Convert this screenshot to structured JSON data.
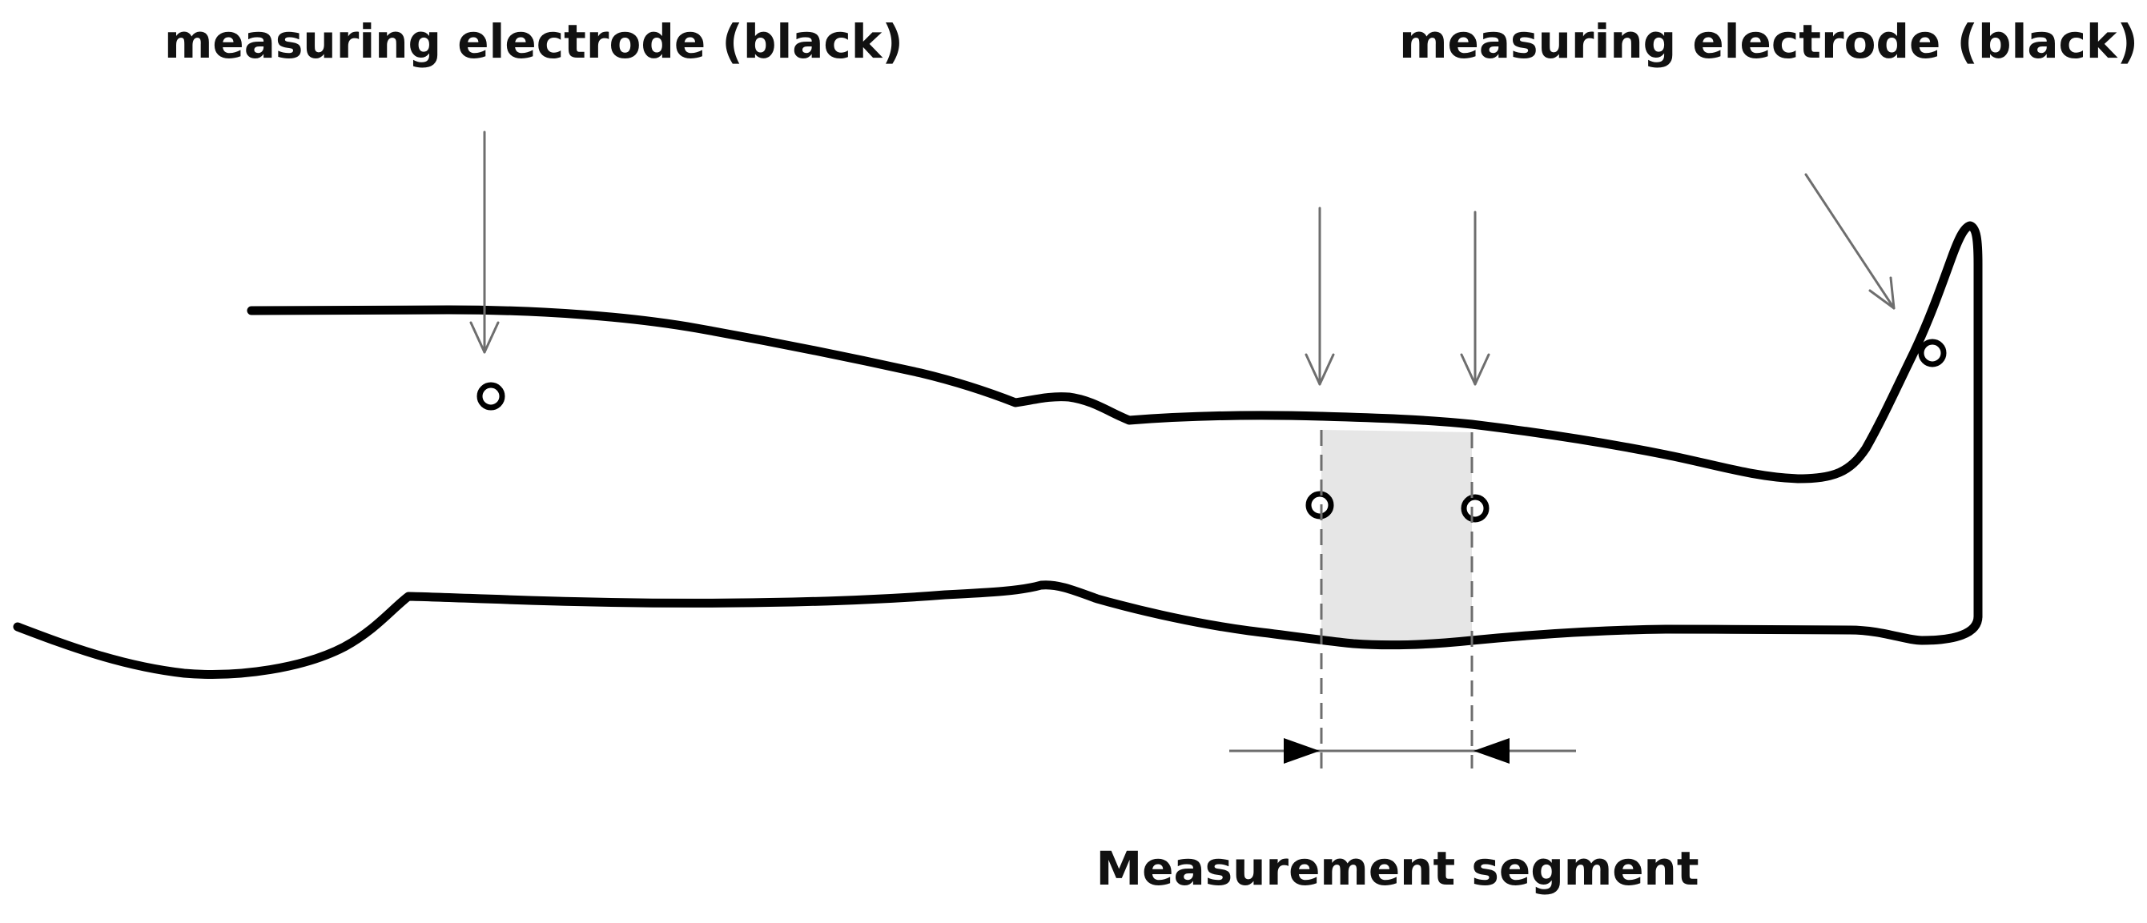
{
  "labels": {
    "electrode_left": "measuring electrode (black)",
    "electrode_right": "measuring electrode (black)",
    "segment": "Measurement segment"
  },
  "colors": {
    "outline": "#000000",
    "pointer": "#6e6e6e",
    "segment_fill": "#e6e6e6",
    "background": "#ffffff"
  }
}
